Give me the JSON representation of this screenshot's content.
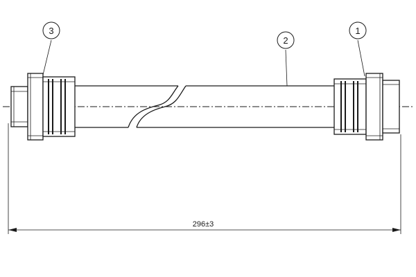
{
  "callouts": [
    {
      "id": "3"
    },
    {
      "id": "2"
    },
    {
      "id": "1"
    }
  ],
  "dimension": {
    "label": "296±3"
  },
  "colors": {
    "line": "#1a1a1a",
    "background": "#ffffff"
  }
}
